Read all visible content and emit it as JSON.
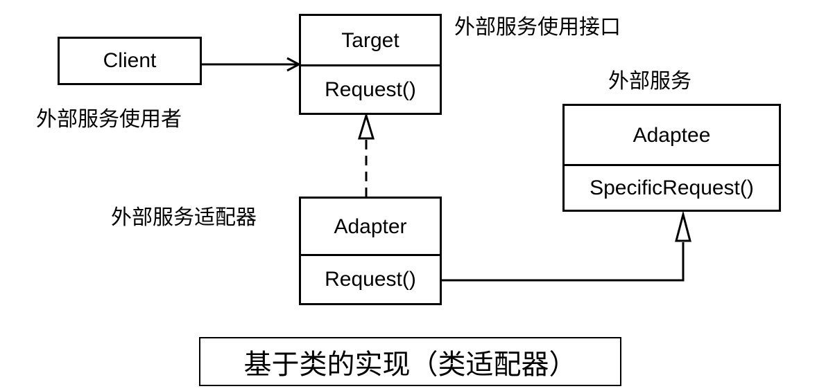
{
  "client": {
    "name": "Client",
    "caption": "外部服务使用者"
  },
  "target": {
    "name": "Target",
    "method": "Request()",
    "caption": "外部服务使用接口"
  },
  "adapter": {
    "name": "Adapter",
    "method": "Request()",
    "caption": "外部服务适配器"
  },
  "adaptee": {
    "name": "Adaptee",
    "method": "SpecificRequest()",
    "caption": "外部服务"
  },
  "title": "基于类的实现（类适配器）"
}
